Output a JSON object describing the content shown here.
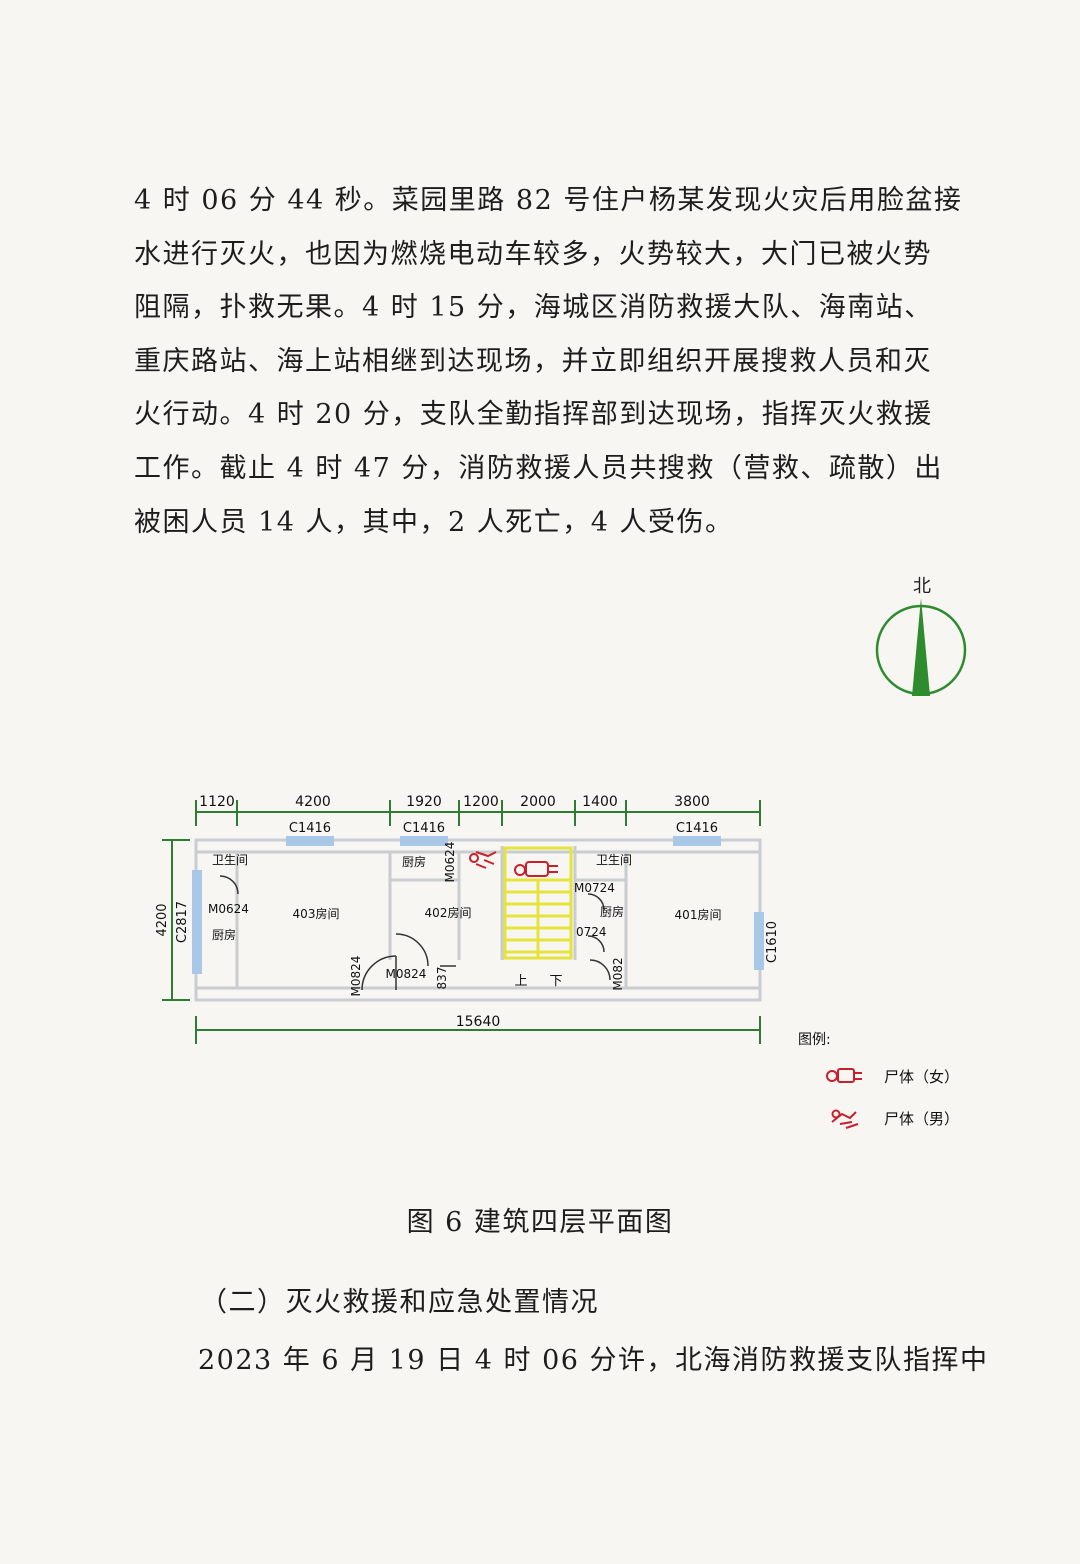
{
  "body_text": {
    "lines": [
      "4 时 06 分 44 秒。菜园里路 82 号住户杨某发现火灾后用脸盆接",
      "水进行灭火，也因为燃烧电动车较多，火势较大，大门已被火势",
      "阻隔，扑救无果。4 时 15 分，海城区消防救援大队、海南站、",
      "重庆路站、海上站相继到达现场，并立即组织开展搜救人员和灭",
      "火行动。4 时 20 分，支队全勤指挥部到达现场，指挥灭火救援",
      "工作。截止 4 时 47 分，消防救援人员共搜救（营救、疏散）出",
      "被困人员 14 人，其中，2 人死亡，4 人受伤。"
    ]
  },
  "figure": {
    "north_label": "北",
    "top_dimensions": [
      "1120",
      "4200",
      "1920",
      "1200",
      "2000",
      "1400",
      "3800"
    ],
    "total_dimension": "15640",
    "left_dimension": "4200",
    "windows": {
      "w1": "C1416",
      "w2": "C1416",
      "w3": "C1416",
      "left": "C2817",
      "right": "C1610"
    },
    "rooms": {
      "room_403": "403房间",
      "room_402": "402房间",
      "room_401": "401房间",
      "bathroom_left": "卫生间",
      "kitchen_left": "厨房",
      "kitchen_middle": "厨房",
      "bathroom_right": "卫生间",
      "kitchen_right": "厨房"
    },
    "doors": {
      "d_left": "M0624",
      "d_mid_top": "M0624",
      "d_mid_bottom": "M0824",
      "d_mid_vertical": "M0824",
      "d_837": "837",
      "d_right_top": "M0724",
      "d_right_mid": "0724",
      "d_right_bottom": "M082"
    },
    "stairs": {
      "up": "上",
      "down": "下"
    },
    "legend": {
      "title": "图例:",
      "female": "尸体（女）",
      "male": "尸体（男）"
    },
    "colors": {
      "dimension_green": "#2e7d32",
      "stair_yellow": "#e6e43a",
      "window_blue": "#a9c7e6",
      "marker_red": "#c8202a",
      "compass_green": "#2e8b2e"
    },
    "caption": "图 6  建筑四层平面图"
  },
  "section": {
    "heading": "（二）灭火救援和应急处置情况",
    "first_line": "2023 年 6 月 19 日 4 时 06 分许，北海消防救援支队指挥中"
  }
}
